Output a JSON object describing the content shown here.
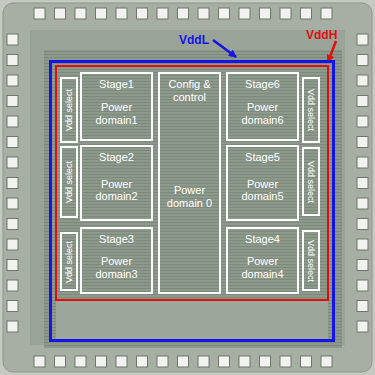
{
  "diagram": {
    "nodes": [
      {
        "text": [
          "VddL"
        ]
      },
      {
        "text": [
          "VddH"
        ],
        "in": 0
      },
      {
        "text": [
          "Vdd select"
        ],
        "in": 1
      },
      {
        "text": [
          "Stage1",
          "Power domain1"
        ],
        "in": 1
      },
      {
        "text": [
          "Config & control",
          "Power domain 0"
        ],
        "in": 1
      },
      {
        "text": [
          "Stage6",
          "Power domain6"
        ],
        "in": 1
      },
      {
        "text": [
          "Vdd select"
        ],
        "in": 1
      },
      {
        "text": [
          "Vdd select"
        ],
        "in": 1
      },
      {
        "text": [
          "Stage2",
          "Power domain2"
        ],
        "in": 1
      },
      {
        "text": [
          "Stage5",
          "Power domain5"
        ],
        "in": 1
      },
      {
        "text": [
          "Vdd select"
        ],
        "in": 1
      },
      {
        "text": [
          "Vdd select"
        ],
        "in": 1
      },
      {
        "text": [
          "Stage3",
          "Power domain3"
        ],
        "in": 1
      },
      {
        "text": [
          "Stage4",
          "Power domain4"
        ],
        "in": 1
      },
      {
        "text": [
          "Vdd select"
        ],
        "in": 1
      }
    ]
  }
}
